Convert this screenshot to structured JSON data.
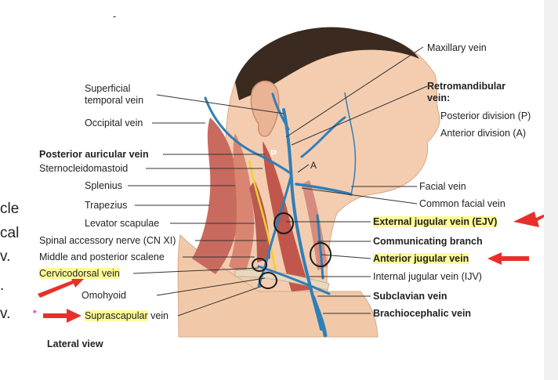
{
  "labels_left": [
    {
      "id": "sup-temp-1",
      "text": "Superficial"
    },
    {
      "id": "sup-temp-2",
      "text": "temporal vein"
    },
    {
      "id": "occipital",
      "text": "Occipital vein"
    },
    {
      "id": "post-auric",
      "text": "Posterior auricular vein"
    },
    {
      "id": "scm",
      "text": "Sternocleidomastoid"
    },
    {
      "id": "splenius",
      "text": "Splenius"
    },
    {
      "id": "trapezius",
      "text": "Trapezius"
    },
    {
      "id": "levator",
      "text": "Levator scapulae"
    },
    {
      "id": "spinal-acc",
      "text": "Spinal accessory nerve (CN XI)"
    },
    {
      "id": "scalene",
      "text": "Middle and posterior scalene"
    },
    {
      "id": "cervicodorsal",
      "text": "Cervicodorsal vein"
    },
    {
      "id": "omohyoid",
      "text": "Omohyoid"
    },
    {
      "id": "suprascap-hl",
      "text": "Suprascapular"
    },
    {
      "id": "suprascap-rest",
      "text": " vein"
    }
  ],
  "labels_right": [
    {
      "id": "maxillary",
      "text": "Maxillary vein"
    },
    {
      "id": "retro-1",
      "text": "Retromandibular"
    },
    {
      "id": "retro-2",
      "text": "vein:"
    },
    {
      "id": "post-div",
      "text": "Posterior division (P)"
    },
    {
      "id": "ant-div",
      "text": "Anterior division (A)"
    },
    {
      "id": "facial",
      "text": "Facial vein"
    },
    {
      "id": "common-facial",
      "text": "Common facial vein"
    },
    {
      "id": "ejv",
      "text": "External jugular vein (EJV)"
    },
    {
      "id": "communicating",
      "text": "Communicating branch"
    },
    {
      "id": "anterior-jug",
      "text": "Anterior jugular vein"
    },
    {
      "id": "ijv",
      "text": "Internal jugular vein (IJV)"
    },
    {
      "id": "subclavian",
      "text": "Subclavian vein"
    },
    {
      "id": "brachio",
      "text": "Brachiocephalic vein"
    }
  ],
  "figure_markers": {
    "p": "P",
    "a": "A"
  },
  "caption": "Lateral view",
  "left_fragments": [
    "cle",
    "cal",
    "v.",
    ".",
    "v."
  ],
  "top_mark": "-",
  "colors": {
    "vein": "#2f7fb8",
    "highlight": "#fffa96",
    "arrow": "#e8302a",
    "muscle": "#c9605a",
    "skin": "#f2c9a8",
    "nerve": "#f2d23c",
    "asterisk": "#e040c8"
  }
}
